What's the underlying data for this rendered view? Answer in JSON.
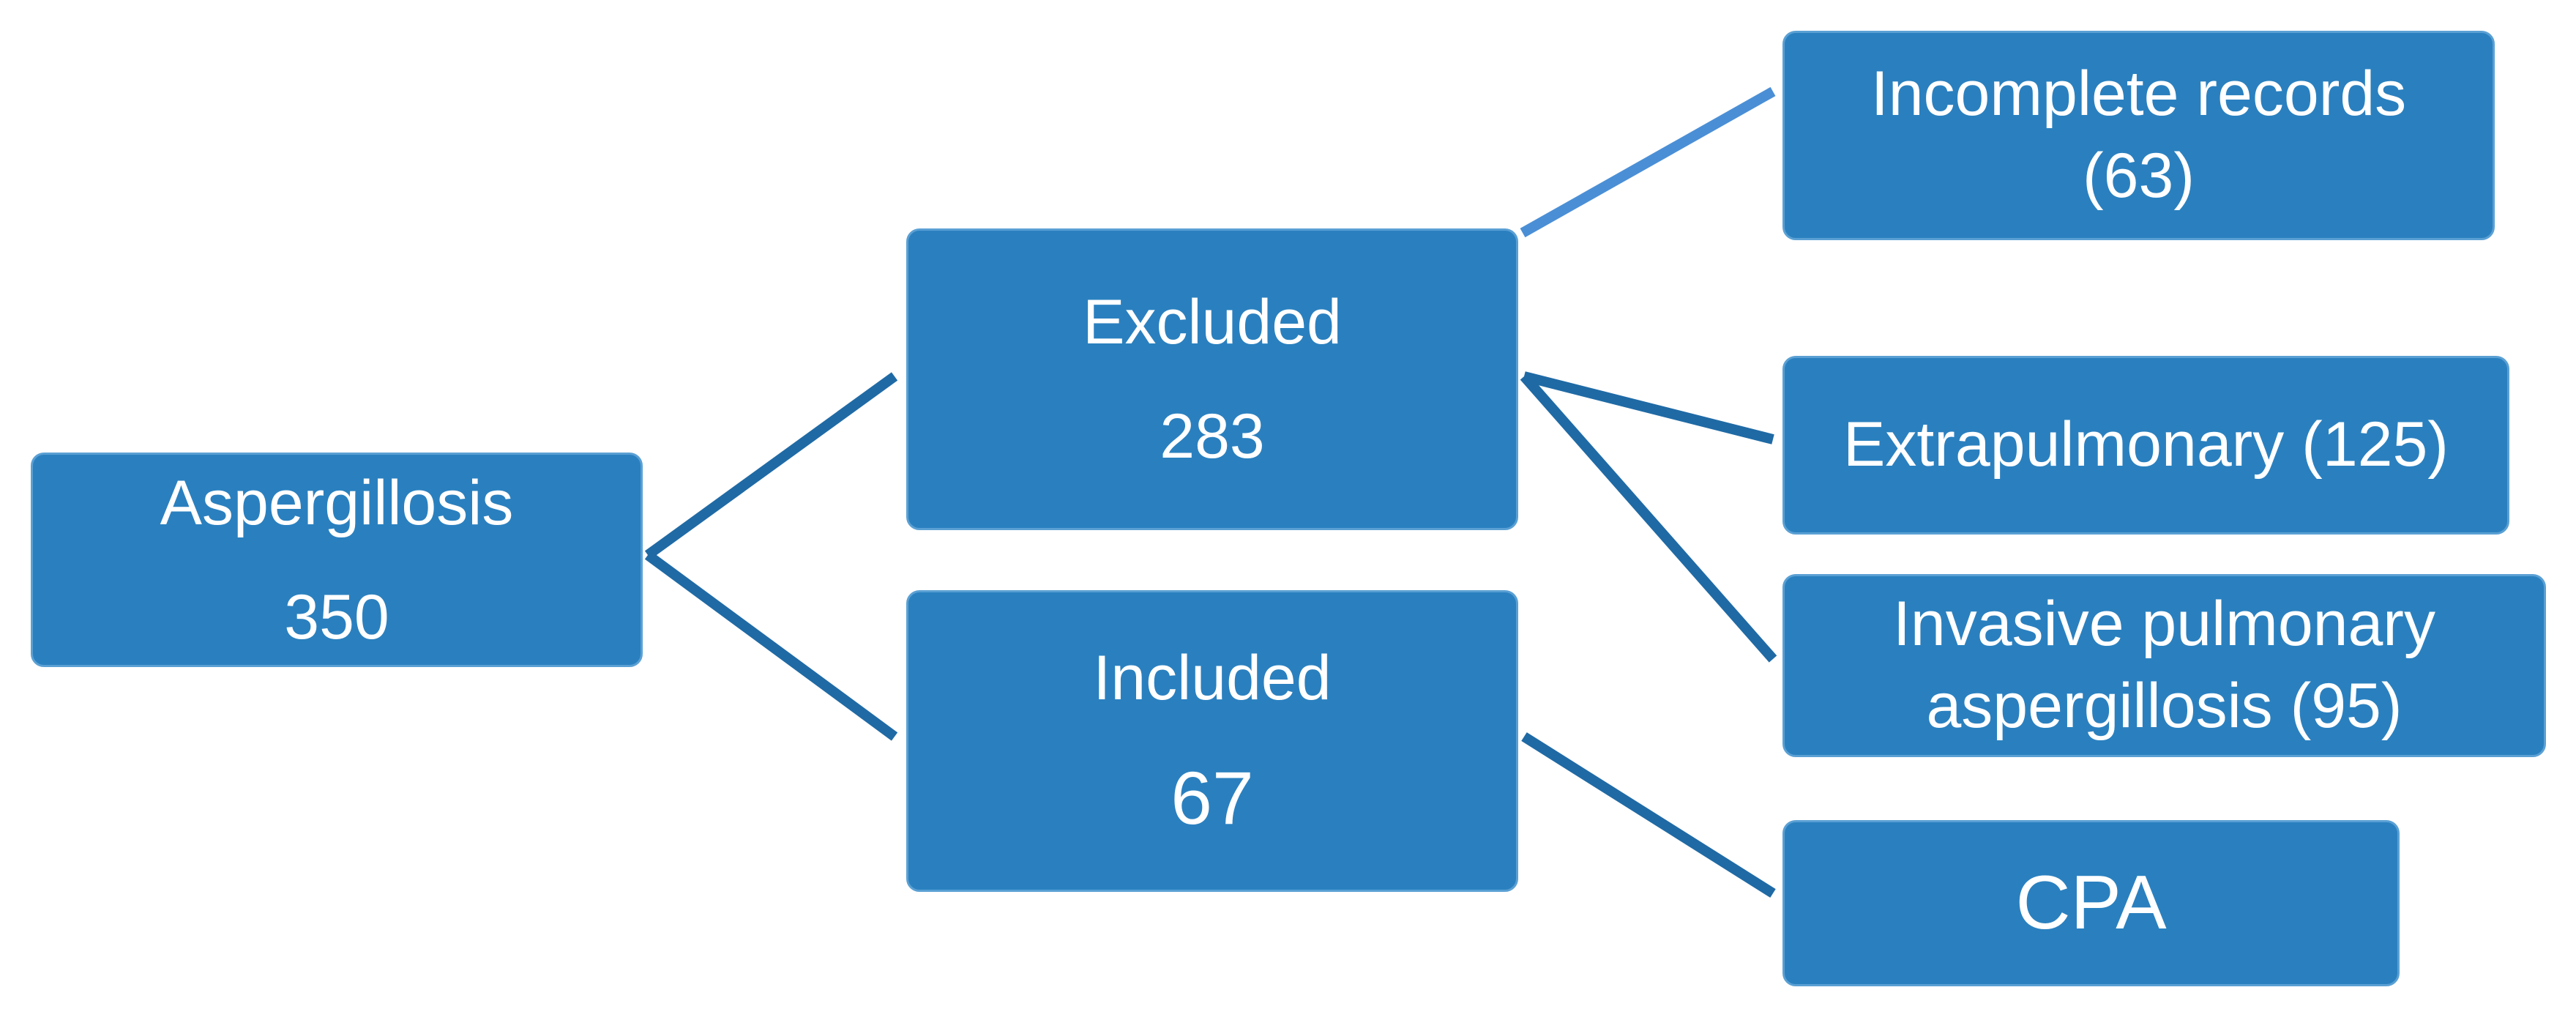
{
  "colors": {
    "box_fill": "#2a80bf",
    "box_border": "#5aa0d4",
    "connector": "#1f6aa5",
    "connector_light": "#4a8fd6",
    "text": "#ffffff"
  },
  "nodes": {
    "aspergillosis": {
      "label": "Aspergillosis",
      "count": "350"
    },
    "excluded": {
      "label": "Excluded",
      "count": "283"
    },
    "included": {
      "label": "Included",
      "count": "67"
    },
    "incomplete_records": {
      "line1": "Incomplete records",
      "line2": "(63)"
    },
    "extrapulmonary": {
      "label": "Extrapulmonary (125)"
    },
    "invasive_pulmonary": {
      "line1": "Invasive pulmonary",
      "line2": "aspergillosis (95)"
    },
    "cpa": {
      "label": "CPA"
    }
  }
}
